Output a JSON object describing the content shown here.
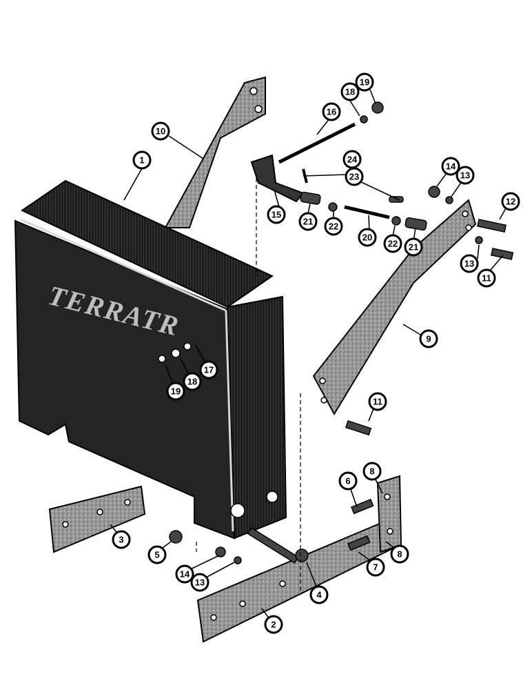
{
  "diagram": {
    "brand_text": "TERRATR",
    "callouts": [
      "1",
      "2",
      "3",
      "4",
      "5",
      "6",
      "7",
      "8",
      "8",
      "9",
      "10",
      "11",
      "11",
      "12",
      "13",
      "13",
      "13",
      "14",
      "14",
      "15",
      "16",
      "17",
      "18",
      "18",
      "19",
      "19",
      "20",
      "21",
      "21",
      "22",
      "22",
      "23",
      "24"
    ]
  },
  "colors": {
    "ink": "#000000",
    "paper": "#ffffff"
  }
}
